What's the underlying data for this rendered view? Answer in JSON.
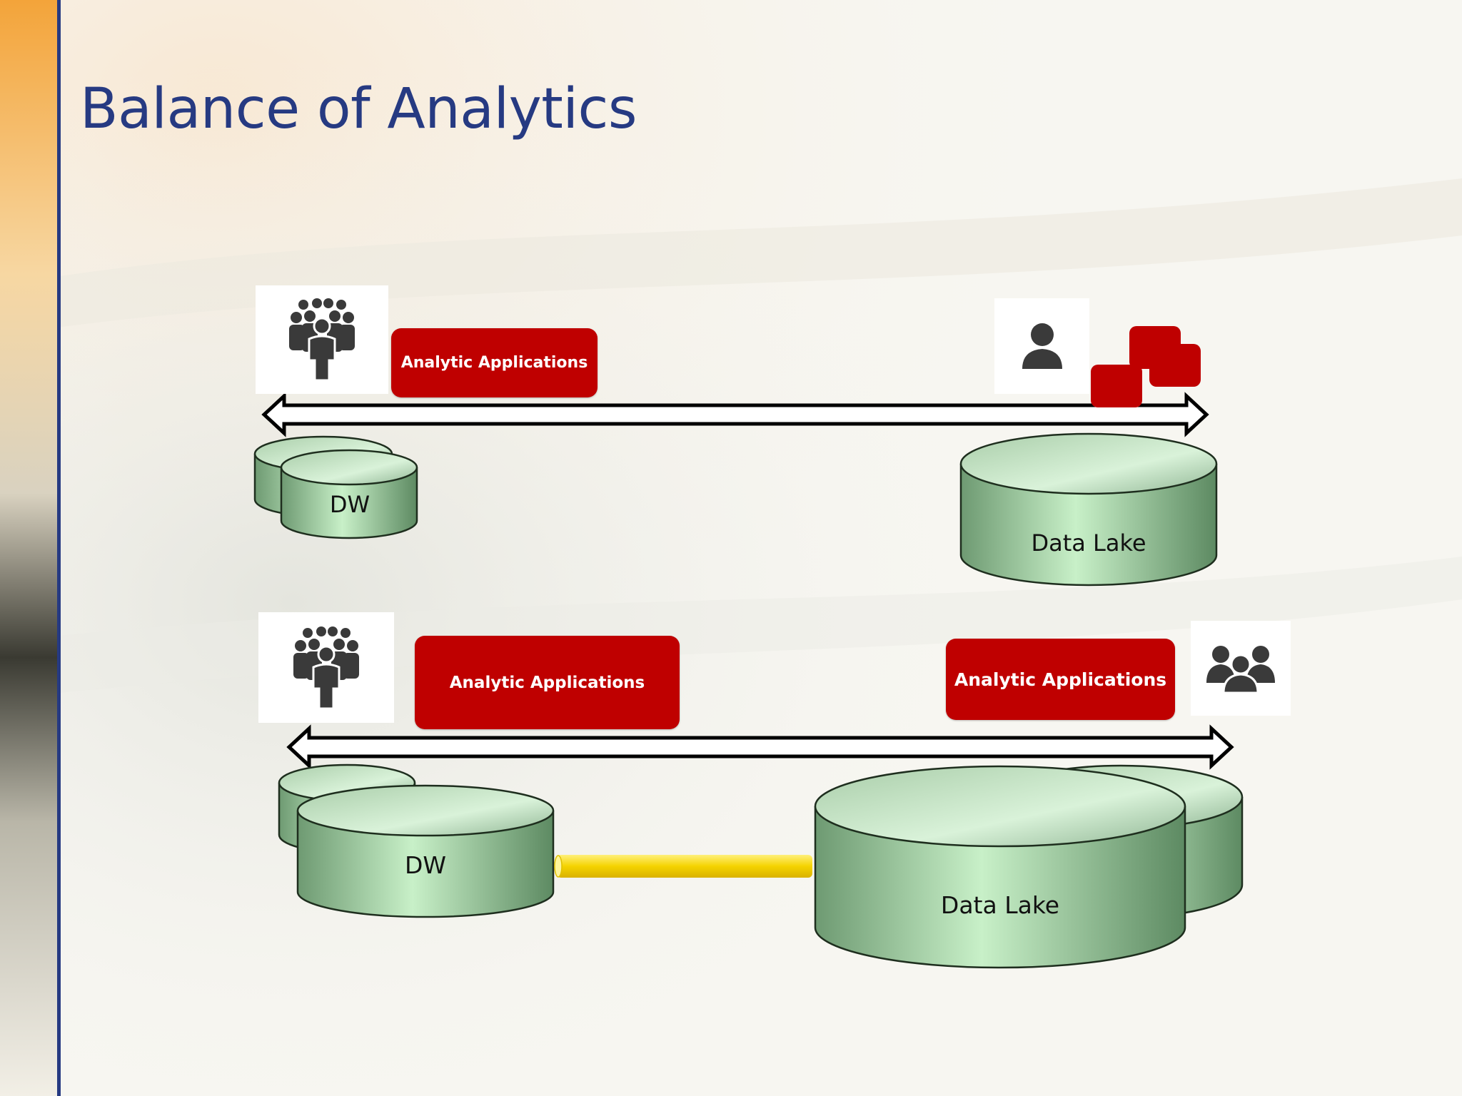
{
  "slide": {
    "title": "Balance of Analytics"
  },
  "top_scenario": {
    "left_button_label": "Analytic Applications",
    "warehouse_label": "DW",
    "lake_label": "Data Lake",
    "left_user_icon": "user-group-large-icon",
    "right_user_icon": "single-user-icon",
    "right_app_icon": "app-blocks-icon"
  },
  "bottom_scenario": {
    "left_button_label": "Analytic Applications",
    "right_button_label": "Analytic Applications",
    "warehouse_label": "DW",
    "lake_label": "Data Lake",
    "left_user_icon": "user-group-large-icon",
    "right_user_icon": "user-group-small-icon"
  },
  "colors": {
    "title": "#263a82",
    "accent_red": "#bf0000",
    "cylinder_green": "#9fd3a4",
    "connector_yellow": "#f5d300",
    "arrow": "#000000"
  }
}
